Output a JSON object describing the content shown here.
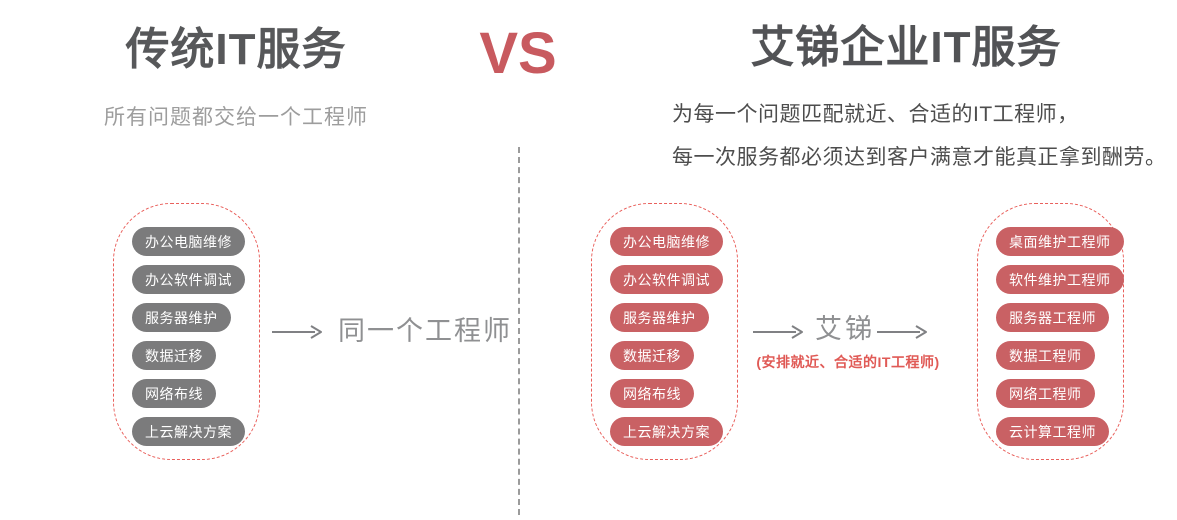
{
  "left": {
    "title": "传统IT服务",
    "subtitle": "所有问题都交给一个工程师",
    "services": [
      "办公电脑维修",
      "办公软件调试",
      "服务器维护",
      "数据迁移",
      "网络布线",
      "上云解决方案"
    ],
    "result_label": "同一个工程师"
  },
  "vs_label": "VS",
  "right": {
    "title": "艾锑企业IT服务",
    "subtitle_line1": "为每一个问题匹配就近、合适的IT工程师，",
    "subtitle_line2": "每一次服务都必须达到客户满意才能真正拿到酬劳。",
    "services": [
      "办公电脑维修",
      "办公软件调试",
      "服务器维护",
      "数据迁移",
      "网络布线",
      "上云解决方案"
    ],
    "broker_label": "艾锑",
    "broker_caption": "(安排就近、合适的IT工程师)",
    "engineers": [
      "桌面维护工程师",
      "软件维护工程师",
      "服务器工程师",
      "数据工程师",
      "网络工程师",
      "云计算工程师"
    ]
  },
  "colors": {
    "accent_red": "#c85a5f",
    "pill_gray": "#7b7b7c",
    "pill_red": "#c96164",
    "dashed_border_red": "#e9605c",
    "divider_gray": "#9b9b9b",
    "title_gray": "#57585a",
    "subtitle_light_gray": "#9d9d9d",
    "subtitle_dark_gray": "#4d4d4d",
    "flow_text_gray": "#8f9092",
    "caption_red": "#e05a56"
  }
}
